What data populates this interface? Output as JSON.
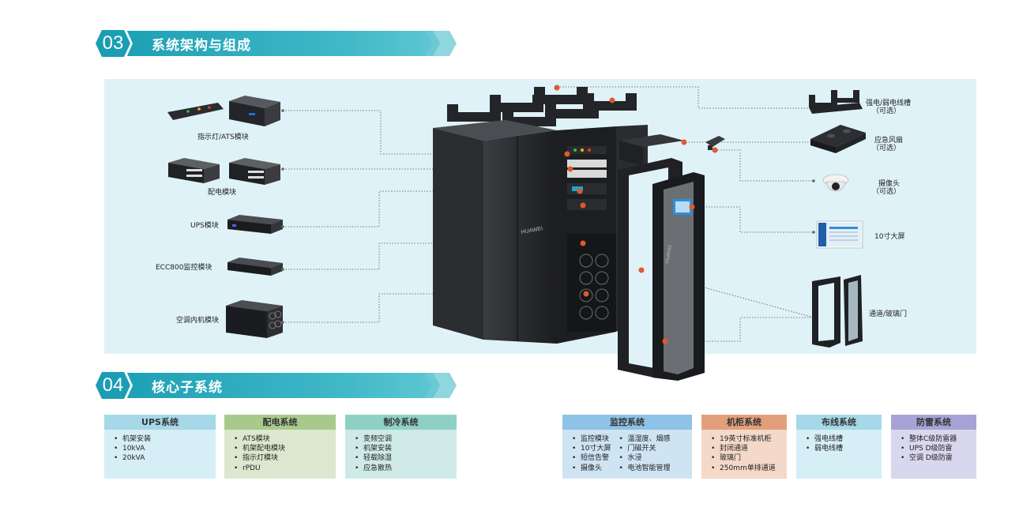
{
  "section03": {
    "number": "03",
    "title": "系统架构与组成"
  },
  "section04": {
    "number": "04",
    "title": "核心子系统"
  },
  "left_modules": [
    {
      "name": "indicator-ats",
      "label": "指示灯/ATS模块"
    },
    {
      "name": "power-dist",
      "label": "配电模块"
    },
    {
      "name": "ups",
      "label": "UPS模块"
    },
    {
      "name": "ecc800",
      "label": "ECC800监控模块"
    },
    {
      "name": "ac-indoor",
      "label": "空调内机模块"
    }
  ],
  "right_modules": [
    {
      "name": "cable-tray",
      "label": "强电/弱电线槽",
      "note": "（可选）"
    },
    {
      "name": "emergency-fan",
      "label": "应急风扇",
      "note": "（可选）"
    },
    {
      "name": "camera",
      "label": "摄像头",
      "note": "（可选）"
    },
    {
      "name": "screen",
      "label": "10寸大屏",
      "note": ""
    },
    {
      "name": "aisle-door",
      "label": "通道/玻璃门",
      "note": ""
    }
  ],
  "brand": {
    "cabinet_logo": "HUAWEI"
  },
  "subsystems": [
    {
      "title": "UPS系统",
      "items": [
        "机架安装",
        "10kVA",
        "20kVA"
      ],
      "header_color": "#a6d8e8",
      "body_color": "#d6eef6"
    },
    {
      "title": "配电系统",
      "items": [
        "ATS模块",
        "机架配电模块",
        "指示灯模块",
        "rPDU"
      ],
      "header_color": "#a9c98c",
      "body_color": "#dbe8cf"
    },
    {
      "title": "制冷系统",
      "items": [
        "变频空调",
        "机架安装",
        "轻载除湿",
        "应急散热"
      ],
      "header_color": "#8fd0c6",
      "body_color": "#cfeae6"
    },
    {
      "title": "监控系统",
      "items_col1": [
        "监控模块",
        "10寸大屏",
        "短信告警",
        "摄像头"
      ],
      "items_col2": [
        "温湿度、烟感",
        "门磁开关",
        "水浸",
        "电池智能管理"
      ],
      "header_color": "#8ec2e6",
      "body_color": "#cfe4f3"
    },
    {
      "title": "机柜系统",
      "items": [
        "19英寸标准机柜",
        "封闭通道",
        "玻璃门",
        "250mm单排通道"
      ],
      "header_color": "#e39f7c",
      "body_color": "#f4d8c8"
    },
    {
      "title": "布线系统",
      "items": [
        "强电线槽",
        "弱电线槽"
      ],
      "header_color": "#a6d8e8",
      "body_color": "#d6eef6"
    },
    {
      "title": "防雷系统",
      "items": [
        "整体C级防雷器",
        "UPS D级防雷",
        "空调 D级防雷"
      ],
      "header_color": "#a7a3d6",
      "body_color": "#d9d7ee"
    }
  ],
  "colors": {
    "accent": "#1b9db3",
    "callout_dot": "#e0582f",
    "panel_bg": "#dff2f7"
  }
}
